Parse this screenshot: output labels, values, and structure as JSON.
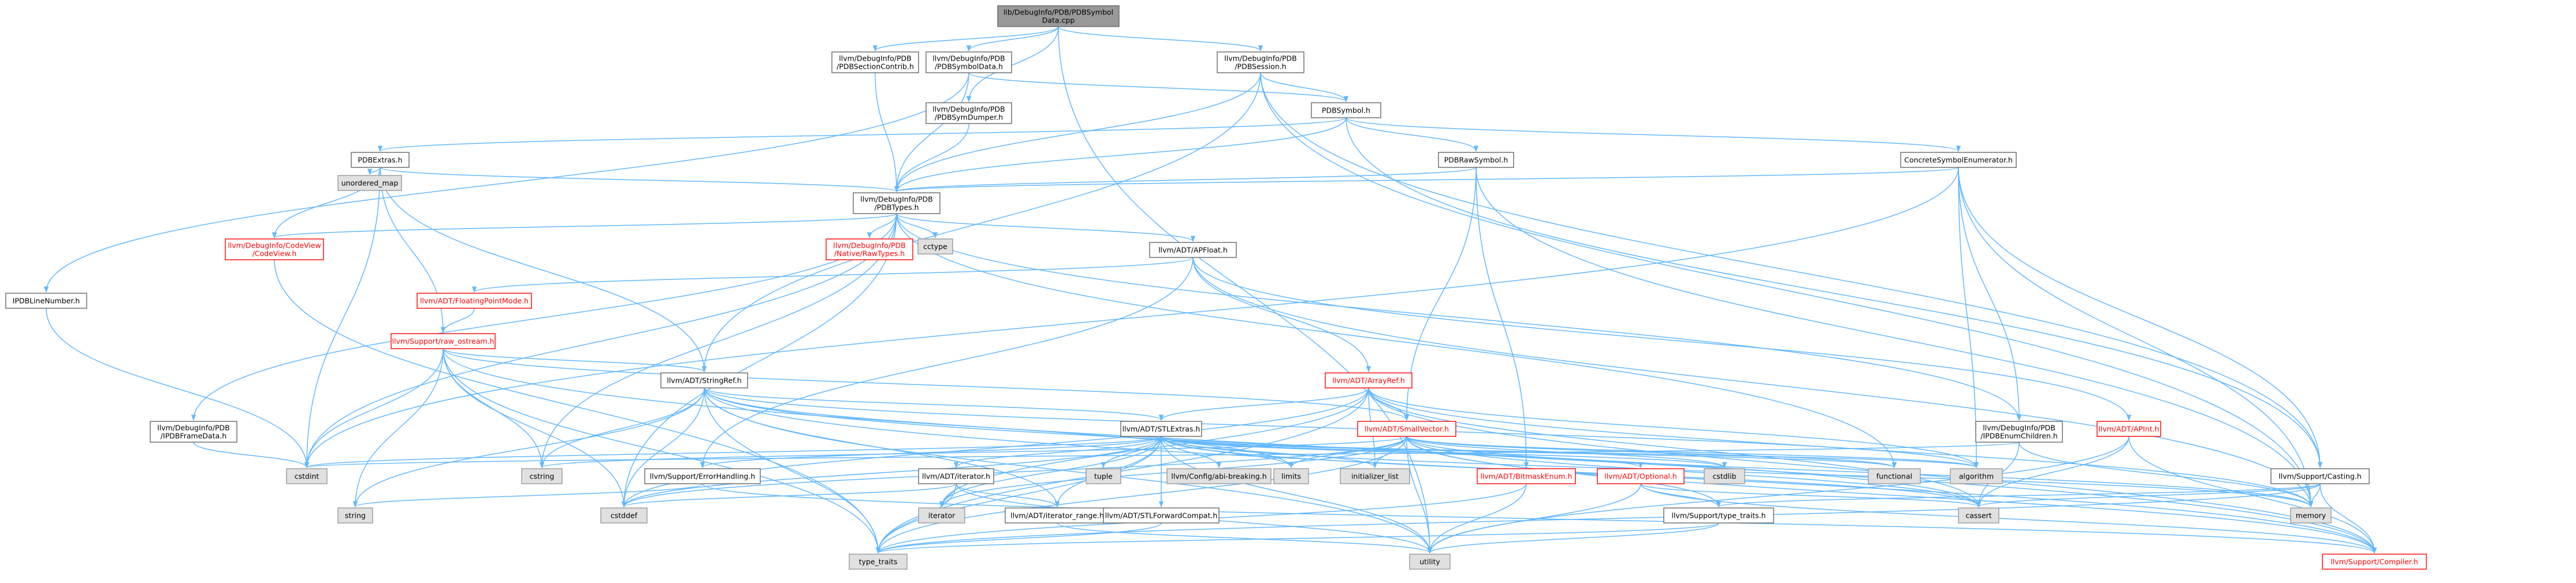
{
  "diagram": {
    "type": "include-dependency-graph",
    "edge_color": "#63b8ff",
    "node_styles": {
      "root": {
        "fill": "#999999",
        "stroke": "#666666"
      },
      "normal": {
        "fill": "#ffffff",
        "stroke": "#666666"
      },
      "truncated": {
        "fill": "#ffffff",
        "stroke": "#ff0000",
        "text": "#ff0000"
      },
      "external": {
        "fill": "#e0e0e0",
        "stroke": "#999999"
      }
    },
    "nodes": [
      {
        "id": "root",
        "kind": "root",
        "lines": [
          "lib/DebugInfo/PDB/PDBSymbol",
          "Data.cpp"
        ]
      },
      {
        "id": "pdbsectioncontrib",
        "kind": "normal",
        "lines": [
          "llvm/DebugInfo/PDB",
          "/PDBSectionContrib.h"
        ]
      },
      {
        "id": "pdbsymboldata",
        "kind": "normal",
        "lines": [
          "llvm/DebugInfo/PDB",
          "/PDBSymbolData.h"
        ]
      },
      {
        "id": "pdbsession",
        "kind": "normal",
        "lines": [
          "llvm/DebugInfo/PDB",
          "/PDBSession.h"
        ]
      },
      {
        "id": "pdbsymdumper",
        "kind": "normal",
        "lines": [
          "llvm/DebugInfo/PDB",
          "/PDBSymDumper.h"
        ]
      },
      {
        "id": "pdbsymbol",
        "kind": "normal",
        "lines": [
          "PDBSymbol.h"
        ]
      },
      {
        "id": "pdbextras",
        "kind": "normal",
        "lines": [
          "PDBExtras.h"
        ]
      },
      {
        "id": "unordered_map",
        "kind": "external",
        "lines": [
          "unordered_map"
        ]
      },
      {
        "id": "pdbrawsymbol",
        "kind": "normal",
        "lines": [
          "PDBRawSymbol.h"
        ]
      },
      {
        "id": "concretesymbolenum",
        "kind": "normal",
        "lines": [
          "ConcreteSymbolEnumerator.h"
        ]
      },
      {
        "id": "pdbtypes",
        "kind": "normal",
        "lines": [
          "llvm/DebugInfo/PDB",
          "/PDBTypes.h"
        ]
      },
      {
        "id": "ipdblinenumber",
        "kind": "normal",
        "lines": [
          "IPDBLineNumber.h"
        ]
      },
      {
        "id": "codeview",
        "kind": "truncated",
        "lines": [
          "llvm/DebugInfo/CodeView",
          "/CodeView.h"
        ]
      },
      {
        "id": "nativerawtypes",
        "kind": "truncated",
        "lines": [
          "llvm/DebugInfo/PDB",
          "/Native/RawTypes.h"
        ]
      },
      {
        "id": "cctype",
        "kind": "external",
        "lines": [
          "cctype"
        ]
      },
      {
        "id": "apfloat",
        "kind": "normal",
        "lines": [
          "llvm/ADT/APFloat.h"
        ]
      },
      {
        "id": "floatingpointmode",
        "kind": "truncated",
        "lines": [
          "llvm/ADT/FloatingPointMode.h"
        ]
      },
      {
        "id": "raw_ostream",
        "kind": "truncated",
        "lines": [
          "llvm/Support/raw_ostream.h"
        ]
      },
      {
        "id": "arrayref",
        "kind": "truncated",
        "lines": [
          "llvm/ADT/ArrayRef.h"
        ]
      },
      {
        "id": "stringref",
        "kind": "normal",
        "lines": [
          "llvm/ADT/StringRef.h"
        ]
      },
      {
        "id": "smallvector",
        "kind": "truncated",
        "lines": [
          "llvm/ADT/SmallVector.h"
        ]
      },
      {
        "id": "pdbframedata",
        "kind": "normal",
        "lines": [
          "llvm/DebugInfo/PDB",
          "/IPDBFrameData.h"
        ]
      },
      {
        "id": "stlextras",
        "kind": "normal",
        "lines": [
          "llvm/ADT/STLExtras.h"
        ]
      },
      {
        "id": "ipdbenumchildren",
        "kind": "normal",
        "lines": [
          "llvm/DebugInfo/PDB",
          "/IPDBEnumChildren.h"
        ]
      },
      {
        "id": "apint",
        "kind": "truncated",
        "lines": [
          "llvm/ADT/APInt.h"
        ]
      },
      {
        "id": "cstdint",
        "kind": "external",
        "lines": [
          "cstdint"
        ]
      },
      {
        "id": "cstring",
        "kind": "external",
        "lines": [
          "cstring"
        ]
      },
      {
        "id": "errorhandling",
        "kind": "normal",
        "lines": [
          "llvm/Support/ErrorHandling.h"
        ]
      },
      {
        "id": "iteratorh",
        "kind": "normal",
        "lines": [
          "llvm/ADT/iterator.h"
        ]
      },
      {
        "id": "tuple",
        "kind": "external",
        "lines": [
          "tuple"
        ]
      },
      {
        "id": "abibreaking",
        "kind": "external",
        "lines": [
          "llvm/Config/abi-breaking.h"
        ]
      },
      {
        "id": "limits",
        "kind": "external",
        "lines": [
          "limits"
        ]
      },
      {
        "id": "initializer_list",
        "kind": "external",
        "lines": [
          "initializer_list"
        ]
      },
      {
        "id": "bitmaskenum",
        "kind": "truncated",
        "lines": [
          "llvm/ADT/BitmaskEnum.h"
        ]
      },
      {
        "id": "optional",
        "kind": "truncated",
        "lines": [
          "llvm/ADT/Optional.h"
        ]
      },
      {
        "id": "cstdlib",
        "kind": "external",
        "lines": [
          "cstdlib"
        ]
      },
      {
        "id": "functional",
        "kind": "external",
        "lines": [
          "functional"
        ]
      },
      {
        "id": "algorithm",
        "kind": "external",
        "lines": [
          "algorithm"
        ]
      },
      {
        "id": "casting",
        "kind": "normal",
        "lines": [
          "llvm/Support/Casting.h"
        ]
      },
      {
        "id": "string",
        "kind": "external",
        "lines": [
          "string"
        ]
      },
      {
        "id": "cstddef",
        "kind": "external",
        "lines": [
          "cstddef"
        ]
      },
      {
        "id": "iterator",
        "kind": "external",
        "lines": [
          "iterator"
        ]
      },
      {
        "id": "iterator_range",
        "kind": "normal",
        "lines": [
          "llvm/ADT/iterator_range.h"
        ]
      },
      {
        "id": "stlforwardcompat",
        "kind": "normal",
        "lines": [
          "llvm/ADT/STLForwardCompat.h"
        ]
      },
      {
        "id": "type_traits_h",
        "kind": "normal",
        "lines": [
          "llvm/Support/type_traits.h"
        ]
      },
      {
        "id": "cassert",
        "kind": "external",
        "lines": [
          "cassert"
        ]
      },
      {
        "id": "memory",
        "kind": "external",
        "lines": [
          "memory"
        ]
      },
      {
        "id": "type_traits",
        "kind": "external",
        "lines": [
          "type_traits"
        ]
      },
      {
        "id": "utility",
        "kind": "external",
        "lines": [
          "utility"
        ]
      },
      {
        "id": "compiler",
        "kind": "truncated",
        "lines": [
          "llvm/Support/Compiler.h"
        ]
      }
    ],
    "edges": [
      [
        "root",
        "pdbsectioncontrib"
      ],
      [
        "root",
        "pdbsymboldata"
      ],
      [
        "root",
        "pdbsession"
      ],
      [
        "root",
        "pdbsymdumper"
      ],
      [
        "root",
        "utility"
      ],
      [
        "pdbsectioncontrib",
        "pdbtypes"
      ],
      [
        "pdbsymboldata",
        "pdbsymbol"
      ],
      [
        "pdbsymboldata",
        "ipdblinenumber"
      ],
      [
        "pdbsymboldata",
        "pdbtypes"
      ],
      [
        "pdbsession",
        "pdbsymbol"
      ],
      [
        "pdbsession",
        "pdbtypes"
      ],
      [
        "pdbsession",
        "stringref"
      ],
      [
        "pdbsession",
        "casting"
      ],
      [
        "pdbsession",
        "memory"
      ],
      [
        "pdbsymdumper",
        "pdbtypes"
      ],
      [
        "pdbsymbol",
        "pdbextras"
      ],
      [
        "pdbsymbol",
        "pdbrawsymbol"
      ],
      [
        "pdbsymbol",
        "concretesymbolenum"
      ],
      [
        "pdbsymbol",
        "pdbtypes"
      ],
      [
        "pdbsymbol",
        "casting"
      ],
      [
        "pdbextras",
        "unordered_map"
      ],
      [
        "pdbextras",
        "pdbtypes"
      ],
      [
        "pdbextras",
        "codeview"
      ],
      [
        "pdbextras",
        "raw_ostream"
      ],
      [
        "pdbextras",
        "stringref"
      ],
      [
        "pdbextras",
        "cstdint"
      ],
      [
        "pdbrawsymbol",
        "pdbtypes"
      ],
      [
        "pdbrawsymbol",
        "smallvector"
      ],
      [
        "pdbrawsymbol",
        "bitmaskenum"
      ],
      [
        "pdbrawsymbol",
        "memory"
      ],
      [
        "concretesymbolenum",
        "pdbtypes"
      ],
      [
        "concretesymbolenum",
        "ipdbenumchildren"
      ],
      [
        "concretesymbolenum",
        "casting"
      ],
      [
        "concretesymbolenum",
        "algorithm"
      ],
      [
        "concretesymbolenum",
        "memory"
      ],
      [
        "concretesymbolenum",
        "cstdint"
      ],
      [
        "pdbtypes",
        "codeview"
      ],
      [
        "pdbtypes",
        "nativerawtypes"
      ],
      [
        "pdbtypes",
        "cctype"
      ],
      [
        "pdbtypes",
        "apfloat"
      ],
      [
        "pdbtypes",
        "pdbframedata"
      ],
      [
        "pdbtypes",
        "ipdbenumchildren"
      ],
      [
        "pdbtypes",
        "cstddef"
      ],
      [
        "pdbtypes",
        "cstdint"
      ],
      [
        "pdbtypes",
        "cstring"
      ],
      [
        "pdbtypes",
        "functional"
      ],
      [
        "ipdblinenumber",
        "cstdint"
      ],
      [
        "codeview",
        "type_traits"
      ],
      [
        "apfloat",
        "floatingpointmode"
      ],
      [
        "apfloat",
        "apint"
      ],
      [
        "apfloat",
        "arrayref"
      ],
      [
        "apfloat",
        "errorhandling"
      ],
      [
        "apfloat",
        "memory"
      ],
      [
        "floatingpointmode",
        "raw_ostream"
      ],
      [
        "raw_ostream",
        "stringref"
      ],
      [
        "raw_ostream",
        "smallvector"
      ],
      [
        "raw_ostream",
        "cstddef"
      ],
      [
        "raw_ostream",
        "cstdint"
      ],
      [
        "raw_ostream",
        "cstring"
      ],
      [
        "raw_ostream",
        "string"
      ],
      [
        "raw_ostream",
        "type_traits"
      ],
      [
        "raw_ostream",
        "compiler"
      ],
      [
        "arrayref",
        "smallvector"
      ],
      [
        "arrayref",
        "stlextras"
      ],
      [
        "arrayref",
        "compiler"
      ],
      [
        "arrayref",
        "algorithm"
      ],
      [
        "arrayref",
        "cassert"
      ],
      [
        "arrayref",
        "cstddef"
      ],
      [
        "arrayref",
        "initializer_list"
      ],
      [
        "arrayref",
        "iterator"
      ],
      [
        "arrayref",
        "memory"
      ],
      [
        "arrayref",
        "type_traits"
      ],
      [
        "stringref",
        "stlextras"
      ],
      [
        "stringref",
        "iterator_range"
      ],
      [
        "stringref",
        "compiler"
      ],
      [
        "stringref",
        "algorithm"
      ],
      [
        "stringref",
        "cassert"
      ],
      [
        "stringref",
        "cstddef"
      ],
      [
        "stringref",
        "cstring"
      ],
      [
        "stringref",
        "limits"
      ],
      [
        "stringref",
        "string"
      ],
      [
        "stringref",
        "type_traits"
      ],
      [
        "stringref",
        "utility"
      ],
      [
        "smallvector",
        "compiler"
      ],
      [
        "smallvector",
        "type_traits_h"
      ],
      [
        "smallvector",
        "algorithm"
      ],
      [
        "smallvector",
        "cassert"
      ],
      [
        "smallvector",
        "cstddef"
      ],
      [
        "smallvector",
        "cstdlib"
      ],
      [
        "smallvector",
        "cstring"
      ],
      [
        "smallvector",
        "functional"
      ],
      [
        "smallvector",
        "initializer_list"
      ],
      [
        "smallvector",
        "iterator"
      ],
      [
        "smallvector",
        "limits"
      ],
      [
        "smallvector",
        "memory"
      ],
      [
        "smallvector",
        "new"
      ],
      [
        "smallvector",
        "type_traits"
      ],
      [
        "smallvector",
        "utility"
      ],
      [
        "pdbframedata",
        "cstdint"
      ],
      [
        "stlextras",
        "optional"
      ],
      [
        "stlextras",
        "stlforwardcompat"
      ],
      [
        "stlextras",
        "iteratorh"
      ],
      [
        "stlextras",
        "iterator_range"
      ],
      [
        "stlextras",
        "abibreaking"
      ],
      [
        "stlextras",
        "errorhandling"
      ],
      [
        "stlextras",
        "algorithm"
      ],
      [
        "stlextras",
        "cassert"
      ],
      [
        "stlextras",
        "cstddef"
      ],
      [
        "stlextras",
        "cstdint"
      ],
      [
        "stlextras",
        "cstdlib"
      ],
      [
        "stlextras",
        "functional"
      ],
      [
        "stlextras",
        "initializer_list"
      ],
      [
        "stlextras",
        "iterator"
      ],
      [
        "stlextras",
        "limits"
      ],
      [
        "stlextras",
        "memory"
      ],
      [
        "stlextras",
        "tuple"
      ],
      [
        "stlextras",
        "type_traits"
      ],
      [
        "stlextras",
        "utility"
      ],
      [
        "ipdbenumchildren",
        "cassert"
      ],
      [
        "ipdbenumchildren",
        "cstdint"
      ],
      [
        "ipdbenumchildren",
        "memory"
      ],
      [
        "apint",
        "compiler"
      ],
      [
        "apint",
        "cassert"
      ],
      [
        "apint",
        "utility"
      ],
      [
        "errorhandling",
        "compiler"
      ],
      [
        "errorhandling",
        "string"
      ],
      [
        "iteratorh",
        "iterator_range"
      ],
      [
        "iteratorh",
        "cstddef"
      ],
      [
        "iteratorh",
        "iterator"
      ],
      [
        "iteratorh",
        "type_traits"
      ],
      [
        "iteratorh",
        "utility"
      ],
      [
        "bitmaskenum",
        "type_traits"
      ],
      [
        "bitmaskenum",
        "utility"
      ],
      [
        "optional",
        "compiler"
      ],
      [
        "optional",
        "type_traits_h"
      ],
      [
        "optional",
        "cassert"
      ],
      [
        "optional",
        "new"
      ],
      [
        "optional",
        "utility"
      ],
      [
        "casting",
        "compiler"
      ],
      [
        "casting",
        "type_traits_h"
      ],
      [
        "casting",
        "cassert"
      ],
      [
        "casting",
        "memory"
      ],
      [
        "casting",
        "type_traits"
      ],
      [
        "iterator_range",
        "utility"
      ],
      [
        "stlforwardcompat",
        "type_traits"
      ],
      [
        "type_traits_h",
        "type_traits"
      ],
      [
        "type_traits_h",
        "utility"
      ]
    ]
  }
}
